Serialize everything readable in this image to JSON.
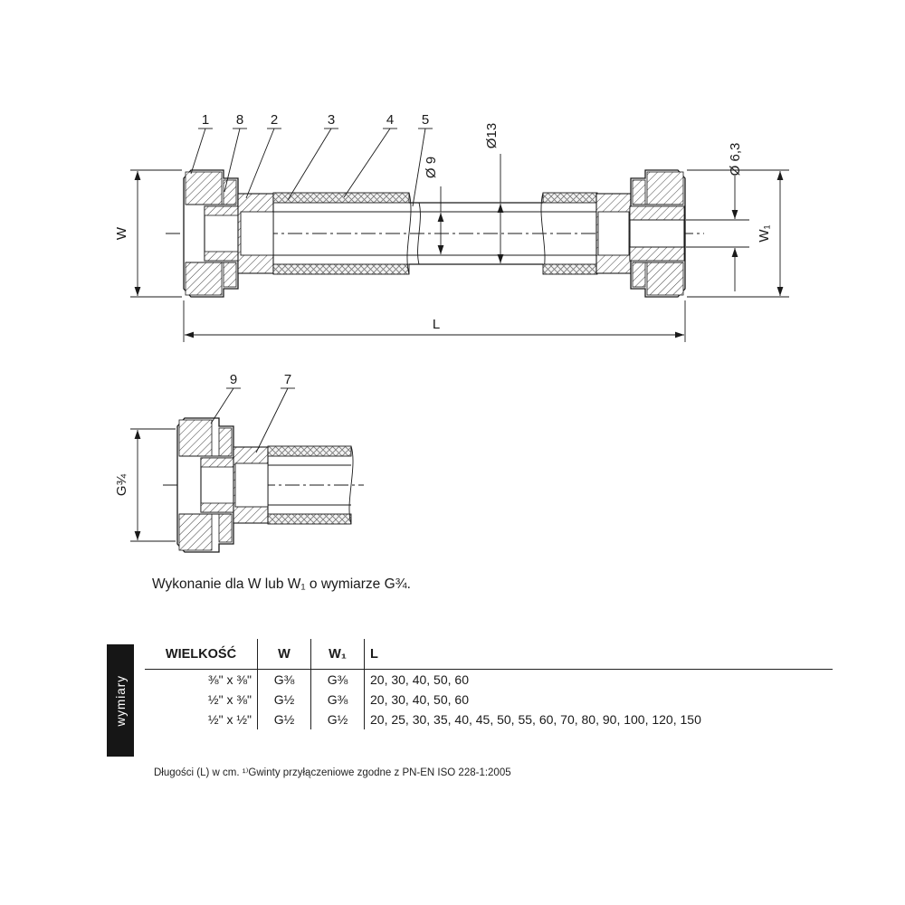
{
  "drawing_main": {
    "callouts": [
      "1",
      "8",
      "2",
      "3",
      "4",
      "5"
    ],
    "dim_d13": "Ø13",
    "dim_d9": "Ø 9",
    "dim_d63": "Ø 6,3",
    "dim_w": "W",
    "dim_w1": "W₁",
    "dim_l": "L"
  },
  "drawing_detail": {
    "callouts": [
      "9",
      "7"
    ],
    "dim_g34": "G¾"
  },
  "note": "Wykonanie dla W lub W₁ o wymiarze G¾.",
  "table": {
    "side_label": "wymiary",
    "headers": [
      "WIELKOŚĆ",
      "W",
      "W₁",
      "L"
    ],
    "rows": [
      [
        "⅜\" x ⅜\"",
        "G⅜",
        "G⅜",
        "20, 30, 40, 50, 60"
      ],
      [
        "½\" x ⅜\"",
        "G½",
        "G⅜",
        "20, 30, 40, 50, 60"
      ],
      [
        "½\" x ½\"",
        "G½",
        "G½",
        "20, 25, 30, 35, 40, 45, 50, 55, 60, 70, 80, 90, 100, 120, 150"
      ]
    ]
  },
  "footnote": "Długości (L) w cm. ¹⁾Gwinty przyłączeniowe zgodne z PN-EN ISO 228-1:2005"
}
